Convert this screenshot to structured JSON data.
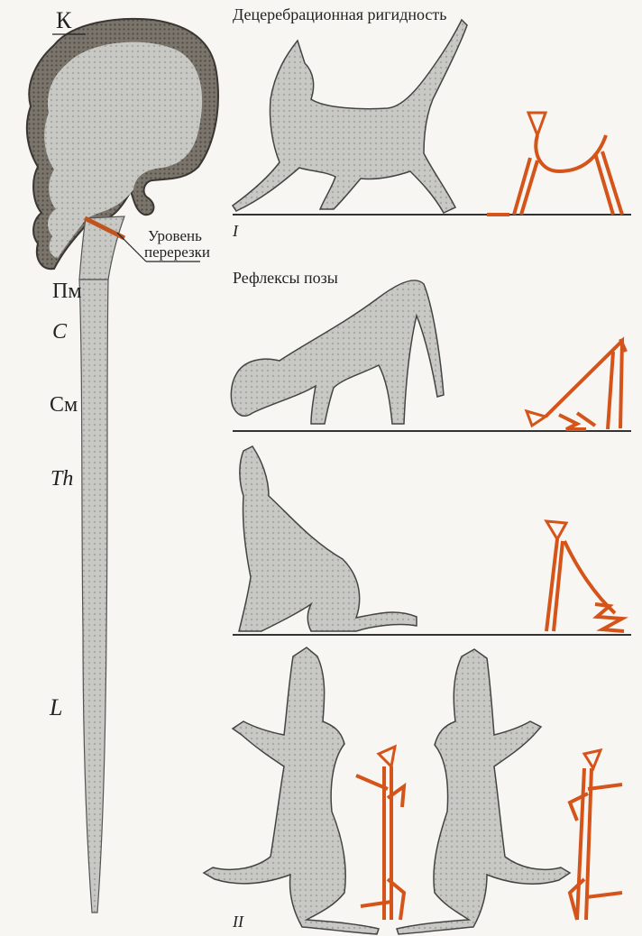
{
  "brain_labels": {
    "k": "К",
    "pm": "Пм",
    "c": "C",
    "sm": "См",
    "th": "Th",
    "l": "L"
  },
  "cut_label": {
    "line1": "Уровень",
    "line2": "перерезки"
  },
  "section_1": {
    "title": "Децеребрационная ригидность",
    "roman": "I"
  },
  "section_2": {
    "title": "Рефлексы позы",
    "roman": "II"
  },
  "colors": {
    "stick_figure": "#d4541a",
    "cord": "#c9c9c4",
    "cortex": "#6f6a62",
    "ground_line": "#333333"
  }
}
